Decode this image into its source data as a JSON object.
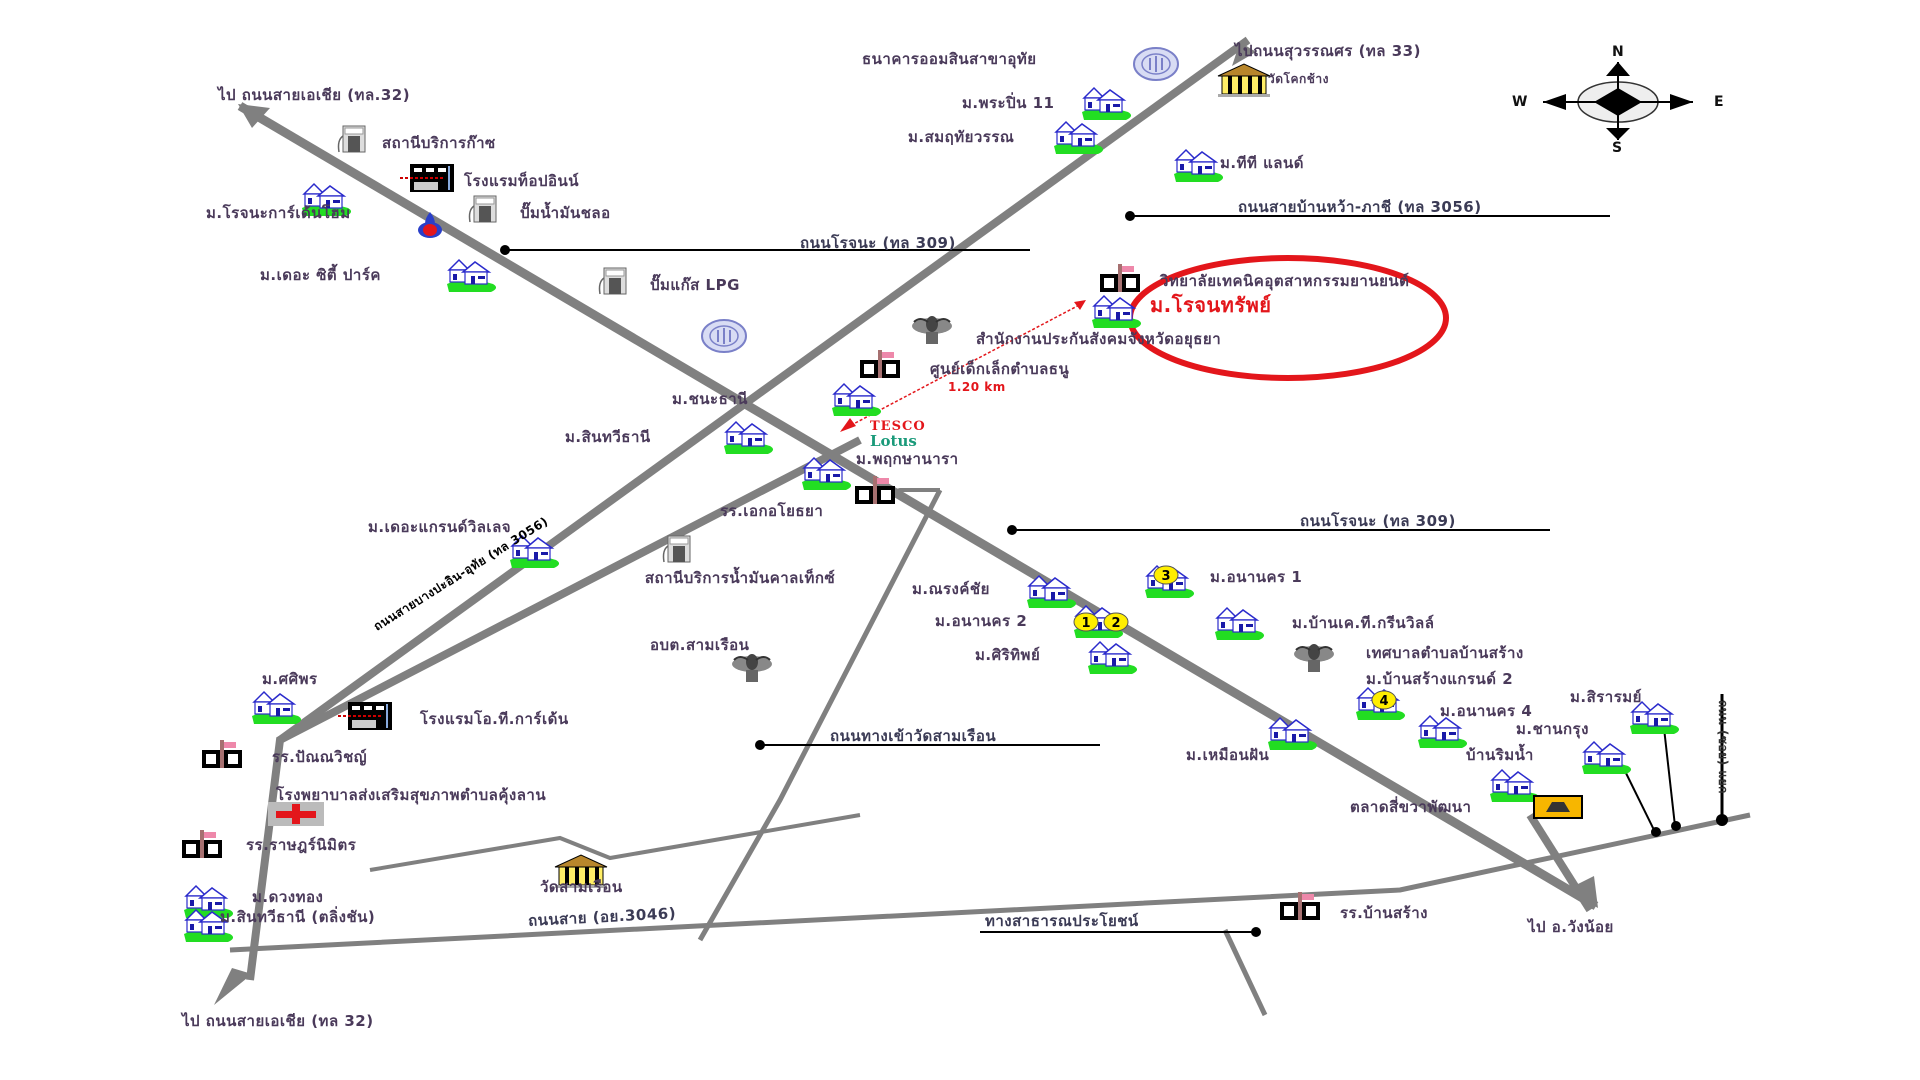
{
  "map": {
    "title": "แผนที่ ม.โรจนทรัพย์",
    "highlight": {
      "label": "ม.โรจนทรัพย์",
      "color": "#e3161b"
    },
    "distance_label": "1.20 km",
    "compass": {
      "n": "N",
      "s": "S",
      "e": "E",
      "w": "W"
    },
    "directions": {
      "to_asia_hwy_north": "ไป ถนนสายเอเชีย (ทล.32)",
      "to_asia_hwy_south": "ไป ถนนสายเอเชีย (ทล 32)",
      "to_suwannasorn": "ไปถนนสุวรรณศร (ทล 33)",
      "to_wang_noi": "ไป อ.วังน้อย"
    },
    "roads": {
      "rojana_309_top": "ถนนโรจนะ (ทล 309)",
      "rojana_309_mid": "ถนนโรจนะ (ทล 309)",
      "ban_wa_phachi": "ถนนสายบ้านหว้า-ภาชี (ทล 3056)",
      "diagonal_road": "ถนนสายบางปะอิน-อุทัย (ทล 3056)",
      "wat_sam_ruean_access": "ถนนทางเข้าวัดสามเรือน",
      "road_3046": "ถนนสาย (อย.3046)",
      "public_road": "ทางสาธารณประโยชน์",
      "vertical_lane": "ถนน (ซอย) แยก"
    },
    "places": {
      "gov_savings_bank": "ธนาคารออมสินสาขาอุทัย",
      "wat_khok_chang": "วัดโคกช้าง",
      "phraphin_11": "ม.พระปิ่น 11",
      "somruthai": "ม.สมฤทัยวรรณ",
      "tt_land": "ม.ทีที แลนด์",
      "gas_station_top": "สถานีบริการก๊าซ",
      "top_inn_hotel": "โรงแรมท็อปอินน์",
      "rojana_garden_home": "ม.โรจนะการ์เด้นโฮม",
      "pump_chalo": "ปั๊มน้ำมันชลอ",
      "the_city_park": "ม.เดอะ ซิตี้ ปาร์ค",
      "lpg_pump": "ปั๊มแก๊ส LPG",
      "tech_college": "วิทยาลัยเทคนิคอุตสาหกรรมยานยนต์",
      "social_security": "สำนักงานประกันสังคมจังหวัดอยุธยา",
      "child_center": "ศูนย์เด็กเล็กตำบลธนู",
      "chanathani": "ม.ชนะธานี",
      "sinthawathani": "ม.สินทวีธานี",
      "tesco_top": "TESCO",
      "tesco_bottom": "Lotus",
      "pruksa_nara": "ม.พฤกษานารา",
      "ekayothaya_school": "รร.เอกอโยธยา",
      "grand_village": "ม.เดอะแกรนด์วิลเลจ",
      "caltex_station": "สถานีบริการน้ำมันคาลเท็กซ์",
      "obt_sam_ruean": "อบต.สามเรือน",
      "narongchai": "ม.ณรงค์ชัย",
      "ananakorn_1": "ม.อนานคร 1",
      "ananakorn_2": "ม.อนานคร 2",
      "ban_kt_green": "ม.บ้านเค.ที.กรีนวิลล์",
      "sirithip": "ม.ศิริทิพย์",
      "ban_sang_municipality": "เทศบาลตำบลบ้านสร้าง",
      "ban_sang_grand_2": "ม.บ้านสร้างแกรนด์ 2",
      "ananakorn_4": "ม.อนานคร 4",
      "siraram": "ม.สิรารมย์",
      "chanakrung": "ม.ชานกรุง",
      "muean_fan": "ม.เหมือนฝัน",
      "ban_rim_nam": "บ้านริมน้ำ",
      "market": "ตลาดสี่ขวาพัฒนา",
      "sasiphorn": "ม.ศศิพร",
      "ot_garden_hotel": "โรงแรมโอ.ที.การ์เด้น",
      "panyawit_school": "รร.ปัณณวิชญ์",
      "health_hospital": "โรงพยาบาลส่งเสริมสุขภาพตำบลคุ้งลาน",
      "ratrat_school": "รร.ราษฎร์นิมิตร",
      "duangthong": "ม.ดวงทอง",
      "sinthawathani_talingchan": "ม.สินทวีธานี (ตลิ่งชัน)",
      "wat_sam_ruean": "วัดสามเรือน",
      "ban_sang_school": "รร.บ้านสร้าง"
    },
    "badges": [
      "1",
      "2",
      "3",
      "4"
    ],
    "colors": {
      "road": "#808080",
      "highlight_ring": "#e3161b",
      "house_roof": "#2b2bcc",
      "grass": "#22dd22",
      "badge": "#ffee00"
    }
  }
}
